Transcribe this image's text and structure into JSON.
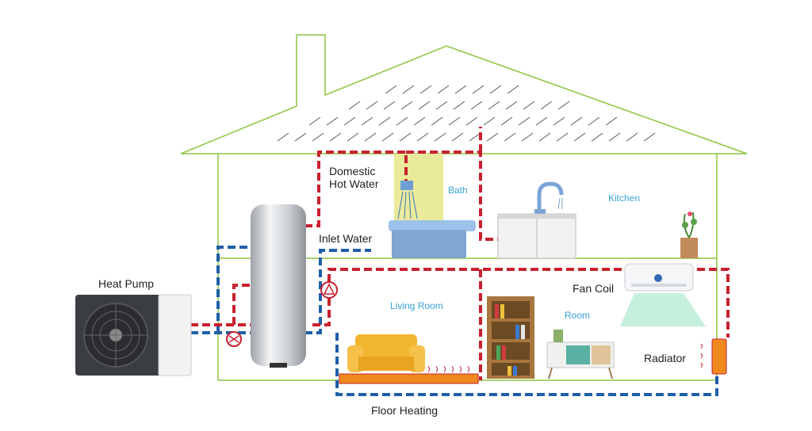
{
  "labels": {
    "heat_pump": "Heat Pump",
    "domestic_hot_water": "Domestic Hot Water",
    "inlet_water": "Inlet Water",
    "bath": "Bath",
    "kitchen": "Kitchen",
    "fan_coil": "Fan Coil",
    "living_room": "Living Room",
    "room": "Room",
    "radiator": "Radiator",
    "floor_heating": "Floor Heating"
  },
  "colors": {
    "house_outline": "#8cc63f",
    "hot_pipe": "#c8202f",
    "cold_pipe": "#1e5ea8",
    "room_label": "#3aa3d8",
    "floor_heater": "#f08a1e"
  },
  "icons": {
    "heat_pump_unit": "heat-pump-outdoor-unit",
    "tank": "hot-water-tank",
    "shower": "shower-icon",
    "faucet": "kitchen-faucet-icon",
    "ac": "fan-coil-unit-icon",
    "plant": "plant-icon",
    "sofa": "sofa-icon",
    "bookshelf": "bookshelf-icon",
    "cabinet": "sideboard-icon",
    "radiator": "radiator-icon",
    "pump": "circulation-pump-icon",
    "valve": "three-way-valve-icon"
  }
}
